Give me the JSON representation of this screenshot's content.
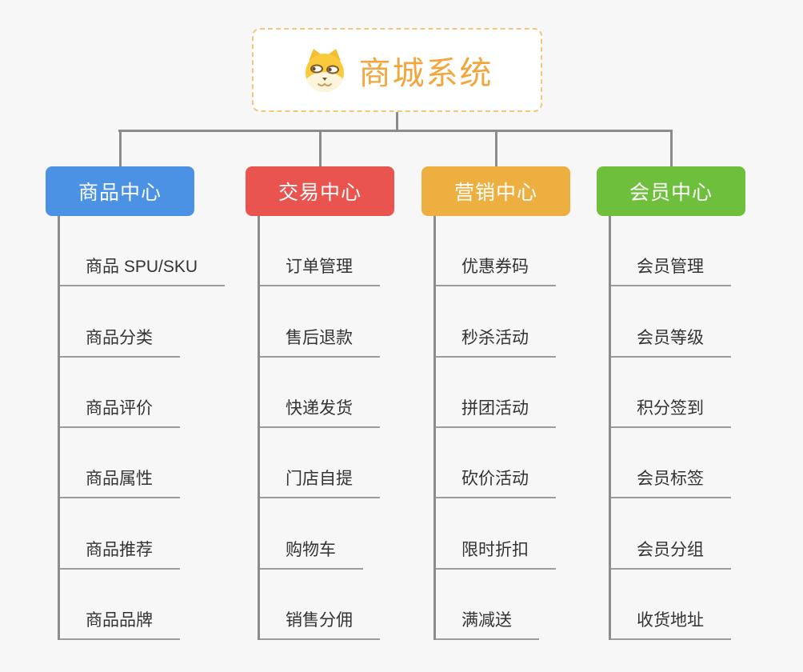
{
  "root": {
    "title": "商城系统",
    "icon": "dog-face-icon",
    "title_color": "#f2a63d",
    "border_color": "#f7c47c"
  },
  "branches": [
    {
      "label": "商品中心",
      "color": "#4b92e5",
      "children": [
        "商品 SPU/SKU",
        "商品分类",
        "商品评价",
        "商品属性",
        "商品推荐",
        "商品品牌"
      ]
    },
    {
      "label": "交易中心",
      "color": "#e9544f",
      "children": [
        "订单管理",
        "售后退款",
        "快递发货",
        "门店自提",
        "购物车",
        "销售分佣"
      ]
    },
    {
      "label": "营销中心",
      "color": "#eeaf41",
      "children": [
        "优惠券码",
        "秒杀活动",
        "拼团活动",
        "砍价活动",
        "限时折扣",
        "满减送"
      ]
    },
    {
      "label": "会员中心",
      "color": "#6ec03c",
      "children": [
        "会员管理",
        "会员等级",
        "积分签到",
        "会员标签",
        "会员分组",
        "收货地址"
      ]
    }
  ],
  "colors": {
    "background": "#f7f7f7",
    "connector": "#8c8c8c",
    "underline": "#9c9c9c",
    "leaf_text": "#333333"
  }
}
